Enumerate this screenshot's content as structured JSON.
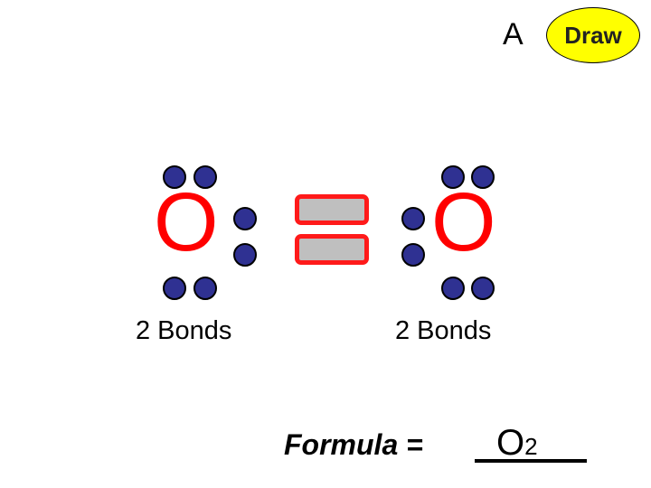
{
  "header": {
    "label": "A",
    "draw_button": "Draw"
  },
  "molecule": {
    "left_atom": {
      "symbol": "O",
      "bonds_label": "2 Bonds"
    },
    "right_atom": {
      "symbol": "O",
      "bonds_label": "2 Bonds"
    },
    "bond_type": "double",
    "bond_count": 2,
    "atom_color": "#ff0000",
    "electron_color": "#2f3192",
    "bond_border_color": "#ff1a1a",
    "bond_fill_color": "#bfbfbf"
  },
  "formula": {
    "label": "Formula = ",
    "answer_element": "O",
    "answer_subscript": "2"
  }
}
